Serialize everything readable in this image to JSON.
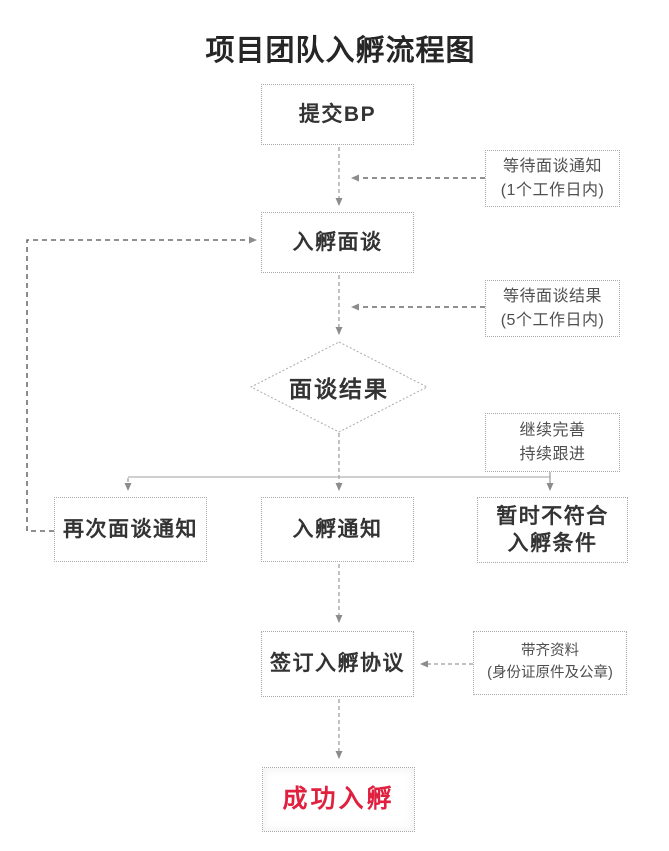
{
  "title": "项目团队入孵流程图",
  "flow": {
    "submit_bp": "提交BP",
    "interview": "入孵面谈",
    "decision": "面谈结果",
    "second_notice": "再次面谈通知",
    "incubation_notice": "入孵通知",
    "not_qualified_line1": "暂时不符合",
    "not_qualified_line2": "入孵条件",
    "sign_agreement": "签订入孵协议",
    "success": "成功入孵"
  },
  "notes": {
    "wait_notice_line1": "等待面谈通知",
    "wait_notice_line2": "(1个工作日内)",
    "wait_result_line1": "等待面谈结果",
    "wait_result_line2": "(5个工作日内)",
    "follow_up_line1": "继续完善",
    "follow_up_line2": "持续跟进",
    "materials_line1": "带齐资料",
    "materials_line2": "(身份证原件及公章)"
  },
  "colors": {
    "box_border": "#a9a9a9",
    "node_text": "#333333",
    "note_text": "#4f4f4f",
    "connector_light": "#a0a0a0",
    "connector_dark": "#4d4d4d",
    "arrowhead": "#8c8c8c",
    "success_text": "#e0203f",
    "title_text": "#262626",
    "background": "#ffffff"
  }
}
